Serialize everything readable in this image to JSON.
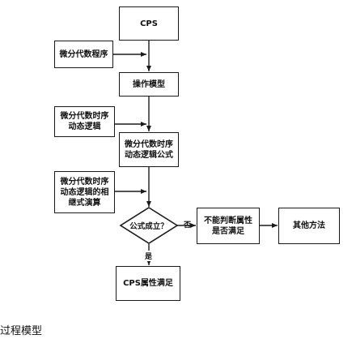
{
  "nodes": {
    "cps": "CPS",
    "diff_program": "微分代数程序",
    "operation_model": "操作模型",
    "diff_temporal_logic": "微分代数时序\n动态逻辑",
    "formula": "微分代数时序\n动态逻辑公式",
    "calculus": "微分代数时序\n动态逻辑的相\n继式演算",
    "decision": "公式成立？",
    "cannot_judge": "不能判断属性\n是否满足",
    "other_methods": "其他方法",
    "satisfied": "CPS属性满足"
  },
  "edge_labels": {
    "no": "否",
    "yes": "是"
  },
  "caption": "过程模型"
}
